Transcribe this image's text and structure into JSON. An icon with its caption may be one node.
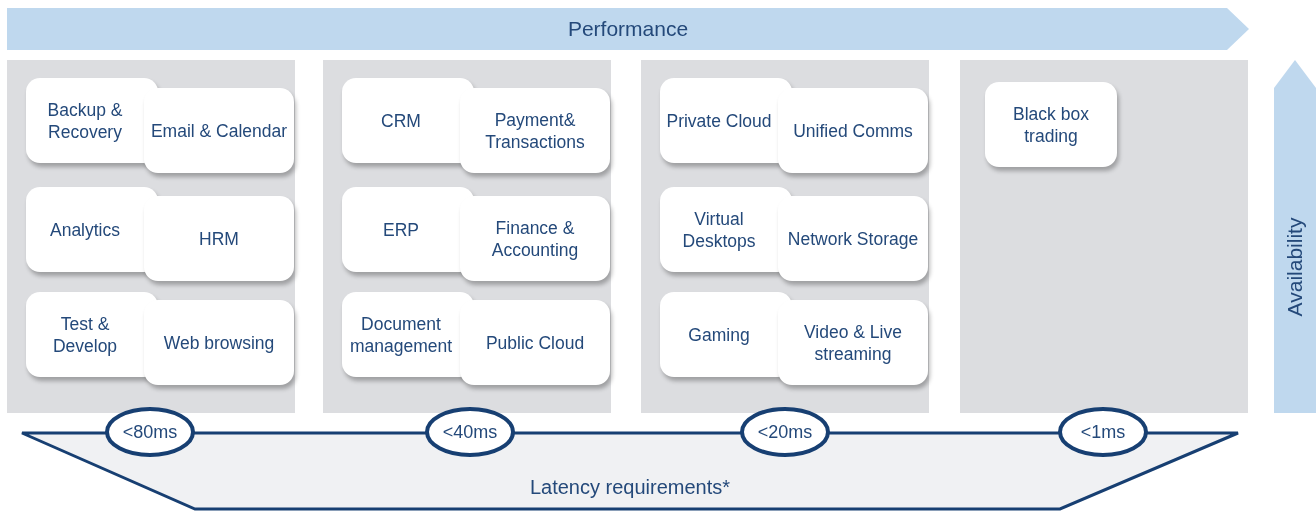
{
  "diagram": {
    "nodes": [
      {
        "text": [
          "Performance"
        ]
      },
      {
        "text": [],
        "shape": "box"
      },
      {
        "text": [
          "Backup & Recovery"
        ],
        "in": 1
      },
      {
        "text": [
          "Email & Calendar"
        ],
        "in": 1
      },
      {
        "text": [
          "Analytics"
        ],
        "in": 1
      },
      {
        "text": [
          "HRM"
        ],
        "in": 1
      },
      {
        "text": [
          "Test & Develop"
        ],
        "in": 1
      },
      {
        "text": [
          "Web browsing"
        ],
        "in": 1
      },
      {
        "text": [],
        "shape": "box"
      },
      {
        "text": [
          "CRM"
        ],
        "in": 8
      },
      {
        "text": [
          "Payment& Transactions"
        ],
        "in": 8
      },
      {
        "text": [
          "ERP"
        ],
        "in": 8
      },
      {
        "text": [
          "Finance & Accounting"
        ],
        "in": 8
      },
      {
        "text": [
          "Document management"
        ],
        "in": 8
      },
      {
        "text": [
          "Public Cloud"
        ],
        "in": 8
      },
      {
        "text": [],
        "shape": "box"
      },
      {
        "text": [
          "Private Cloud"
        ],
        "in": 15
      },
      {
        "text": [
          "Unified Comms"
        ],
        "in": 15
      },
      {
        "text": [
          "Virtual Desktops"
        ],
        "in": 15
      },
      {
        "text": [
          "Network Storage"
        ],
        "in": 15
      },
      {
        "text": [
          "Gaming"
        ],
        "in": 15
      },
      {
        "text": [
          "Video & Live streaming"
        ],
        "in": 15
      },
      {
        "text": [],
        "shape": "box"
      },
      {
        "text": [
          "Black box trading"
        ],
        "in": 22
      },
      {
        "text": [
          "Availability"
        ]
      },
      {
        "text": [
          "Latency requirements*"
        ]
      },
      {
        "text": [
          "<80ms"
        ]
      },
      {
        "text": [
          "<40ms"
        ]
      },
      {
        "text": [
          "<20ms"
        ]
      },
      {
        "text": [
          "<1ms"
        ]
      }
    ]
  }
}
